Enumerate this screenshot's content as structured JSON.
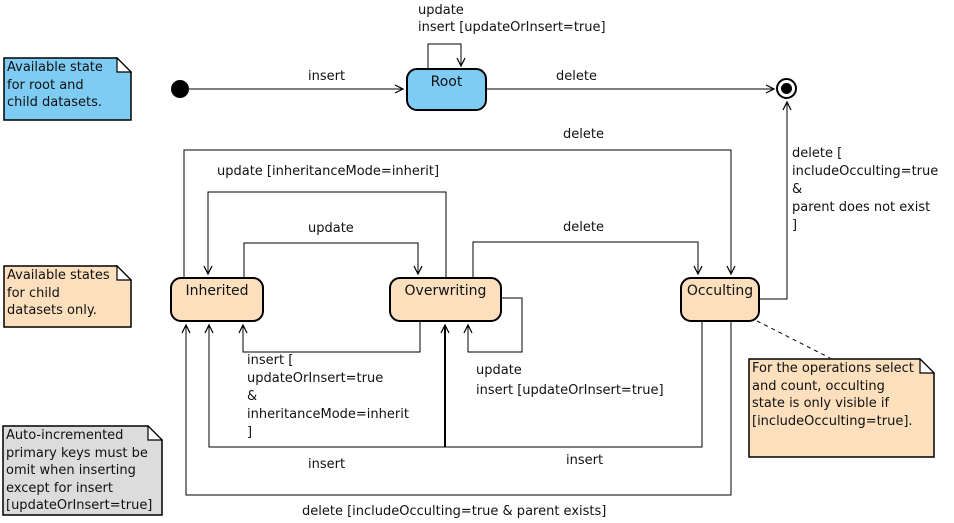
{
  "states": {
    "root": {
      "label": "Root"
    },
    "inherited": {
      "label": "Inherited"
    },
    "overwriting": {
      "label": "Overwriting"
    },
    "occulting": {
      "label": "Occulting"
    }
  },
  "transitions": {
    "initial_to_root": "insert",
    "root_self": "update\ninsert [updateOrInsert=true]",
    "root_to_final": "delete",
    "inherited_to_occulting": "delete",
    "overwriting_to_inherited_update": "update [inheritanceMode=inherit]",
    "inherited_to_overwriting": "update",
    "overwriting_to_occulting": "delete",
    "overwriting_to_inherited_insert": "insert [\nupdateOrInsert=true\n&\ninheritanceMode=inherit\n]",
    "overwriting_self": "update\ninsert [updateOrInsert=true]",
    "occulting_to_final": "delete [\nincludeOcculting=true\n&\nparent does not exist\n]",
    "occulting_to_inherited_insert": "insert",
    "occulting_to_overwriting_insert": "insert",
    "occulting_to_inherited_delete": "delete [includeOcculting=true  &  parent exists]"
  },
  "notes": {
    "root_availability": "Available state\nfor root and\nchild datasets.",
    "child_availability": "Available states\nfor child\ndatasets only.",
    "autoincrement": "Auto-incremented\nprimary keys must be\nomit when inserting\nexcept for insert\n[updateOrInsert=true]",
    "occulting_visibility": "For the operations select\nand count, occulting\nstate is only visible if\n[includeOcculting=true]."
  },
  "colors": {
    "state_blue": "#7ECCF3",
    "state_orange": "#FCDFBC",
    "note_blue": "#7ECCF3",
    "note_orange": "#FCDFBC",
    "note_gray": "#DCDCDC",
    "line": "#000000"
  }
}
